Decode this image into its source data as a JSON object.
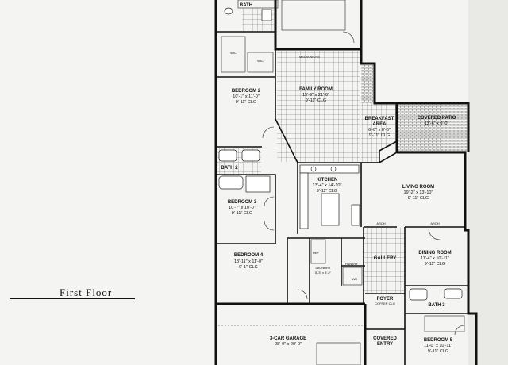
{
  "title": "First Floor",
  "rooms": {
    "bath_top": {
      "name": "BATH"
    },
    "family_room": {
      "name": "FAMILY ROOM",
      "dims": "15'-9\" x 21'-6\"",
      "clg": "9'-11\" CLG"
    },
    "bedroom2": {
      "name": "BEDROOM 2",
      "dims": "10'-1\" x 11'-0\"",
      "clg": "9'-11\" CLG"
    },
    "bath2": {
      "name": "BATH 2"
    },
    "breakfast": {
      "name": "BREAKFAST",
      "name2": "AREA",
      "dims": "6'-8\" x 8'-6\"",
      "clg": "9'-11\" CLG"
    },
    "covered_patio": {
      "name": "COVERED PATIO",
      "dims": "13'-6\" x 9'-0\""
    },
    "kitchen": {
      "name": "KITCHEN",
      "dims": "13'-4\" x 14'-10\"",
      "clg": "9'-11\" CLG"
    },
    "living_room": {
      "name": "LIVING ROOM",
      "dims": "19'-2\" x 13'-10\"",
      "clg": "9'-11\" CLG"
    },
    "bedroom3": {
      "name": "BEDROOM 3",
      "dims": "10'-7\" x 10'-0\"",
      "clg": "9'-11\" CLG"
    },
    "bedroom4": {
      "name": "BEDROOM 4",
      "dims": "13'-11\" x 11'-0\"",
      "clg": "9'-1\" CLG"
    },
    "gallery": {
      "name": "GALLERY"
    },
    "dining_room": {
      "name": "DINING ROOM",
      "dims": "11'-4\" x 10'-11\"",
      "clg": "9'-11\" CLG"
    },
    "laundry": {
      "name": "LAUNDRY",
      "dims": "5'-3\" x 8'-2\""
    },
    "pantry": {
      "name": "PANTRY"
    },
    "foyer": {
      "name": "FOYER",
      "clg": "COFFER CLG"
    },
    "bath3": {
      "name": "BATH 3"
    },
    "garage": {
      "name": "3-CAR GARAGE",
      "dims": "28'-0\" x 20'-0\""
    },
    "covered_entry": {
      "name": "COVERED",
      "name2": "ENTRY"
    },
    "bedroom5": {
      "name": "BEDROOM 5",
      "dims": "11'-0\" x 10'-11\"",
      "clg": "9'-11\" CLG"
    }
  },
  "fixtures": {
    "media_niche": "MEDIA NICHE",
    "wic": "WIC",
    "arch": "ARCH",
    "ref": "REF",
    "wh": "WH"
  }
}
